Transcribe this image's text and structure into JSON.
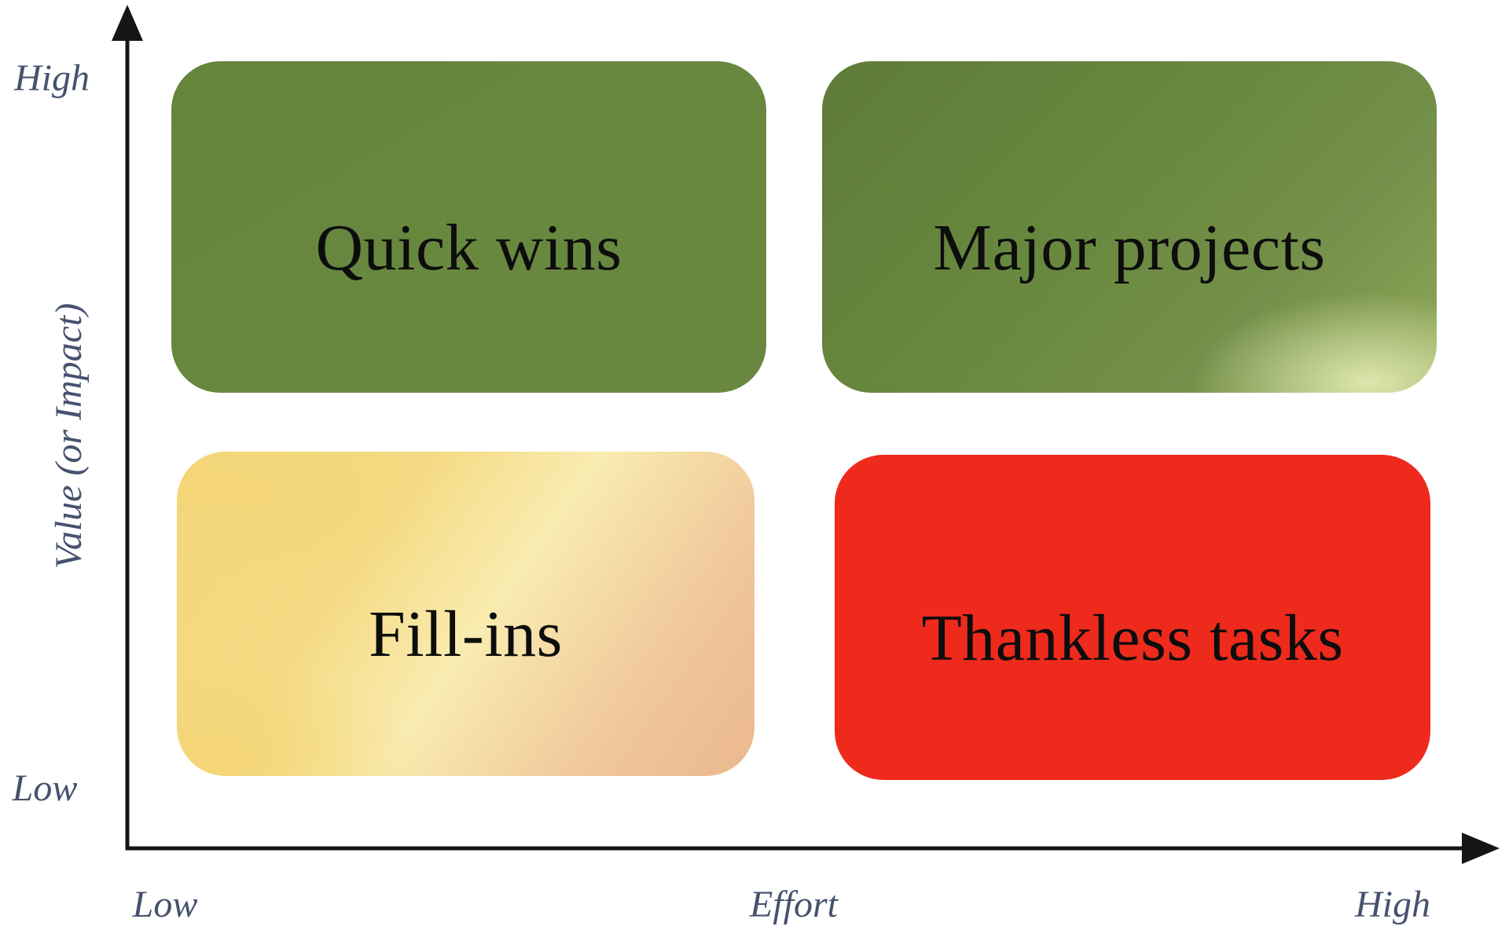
{
  "colors": {
    "green": "#68883F",
    "green-dark": "#5E7C37",
    "green-light": "#8FA857",
    "gold": "#F4D77A",
    "gold-light": "#F9ECB0",
    "peach": "#ECB88E",
    "red": "#EE2A1D",
    "label": "#46526E",
    "axis": "#151515"
  },
  "axes": {
    "y": {
      "label": "Value (or Impact)",
      "top_tick": "High",
      "bottom_tick": "Low"
    },
    "x": {
      "label": "Effort",
      "left_tick": "Low",
      "right_tick": "High"
    }
  },
  "quadrants": {
    "quick_wins": {
      "label": "Quick wins",
      "color": "#68883F"
    },
    "major_projects": {
      "label": "Major projects",
      "color": "#68883F"
    },
    "fill_ins": {
      "label": "Fill-ins",
      "color": "#F4D77A"
    },
    "thankless_tasks": {
      "label": "Thankless tasks",
      "color": "#EE2A1D"
    }
  }
}
